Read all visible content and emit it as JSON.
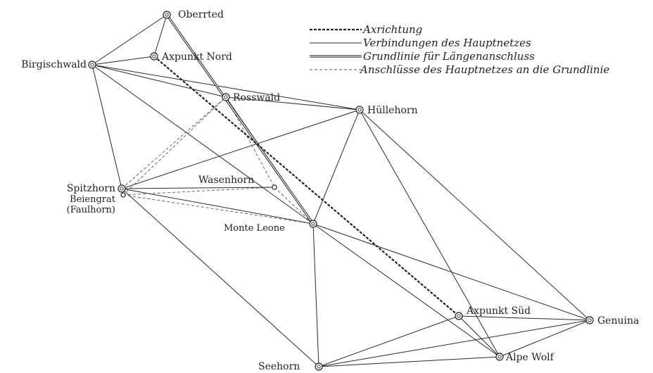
{
  "legend": {
    "axis": "Axrichtung",
    "main_network": "Verbindungen des Hauptnetzes",
    "baseline": "Grundlinie für Längenanschluss",
    "connections": "Anschlüsse des Hauptnetzes an die Grundlinie"
  },
  "stations": {
    "oberrted": "Oberrted",
    "axpunkt_nord": "Axpunkt Nord",
    "birgischwald": "Birgischwald",
    "rosswald": "Rosswald",
    "huellehorn": "Hüllehorn",
    "spitzhorn": "Spitzhorn",
    "beiengrat": "Beiengrat",
    "faulhorn": "(Faulhorn)",
    "wasenhorn": "Wasenhorn",
    "monte_leone": "Monte Leone",
    "axpunkt_sued": "Axpunkt Süd",
    "genuina": "Genuina",
    "alpe_wolf": "Alpe Wolf",
    "seehorn": "Seehorn"
  }
}
